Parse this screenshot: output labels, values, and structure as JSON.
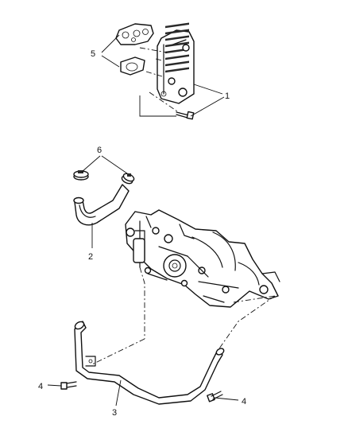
{
  "callouts": [
    {
      "id": "callout-1",
      "label": "1"
    },
    {
      "id": "callout-2",
      "label": "2"
    },
    {
      "id": "callout-3",
      "label": "3"
    },
    {
      "id": "callout-4-left",
      "label": "4"
    },
    {
      "id": "callout-4-right",
      "label": "4"
    },
    {
      "id": "callout-5",
      "label": "5"
    },
    {
      "id": "callout-6",
      "label": "6"
    }
  ],
  "colors": {
    "line": "#111111",
    "background": "#ffffff"
  }
}
